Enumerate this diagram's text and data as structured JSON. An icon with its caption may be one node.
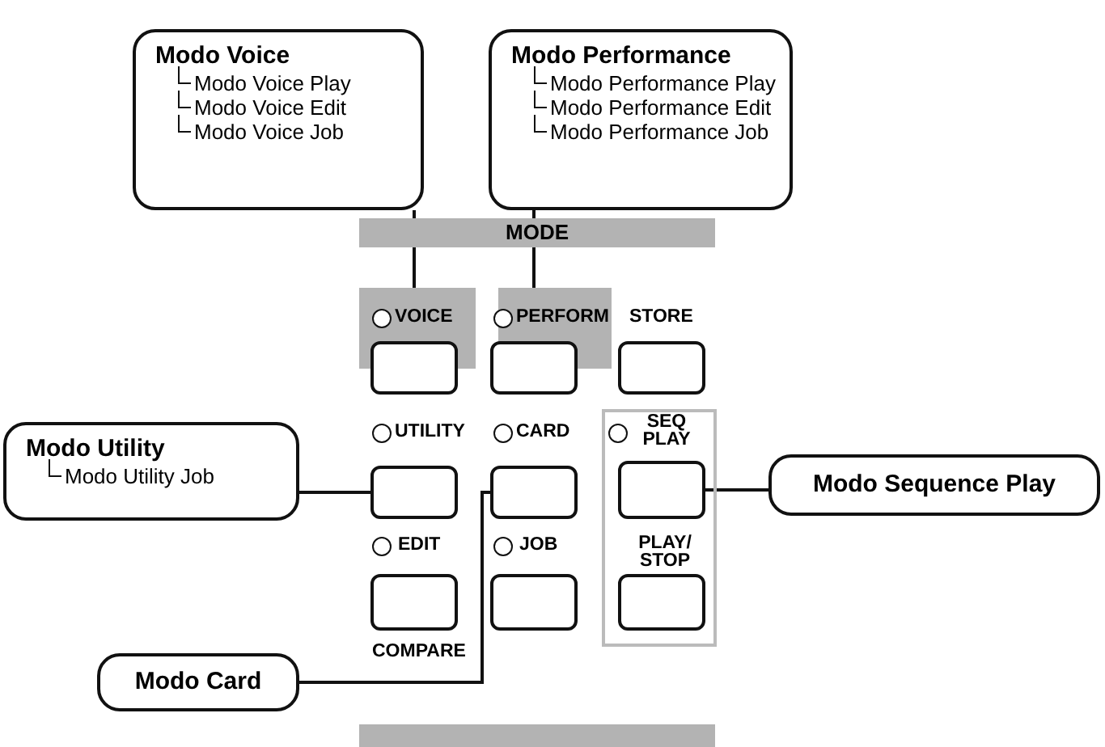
{
  "diagram": {
    "nodes": [
      {
        "text": [
          "Modo Voice",
          "Modo Voice Play",
          "Modo Voice Edit",
          "Modo Voice Job"
        ]
      },
      {
        "text": [
          "Modo Performance",
          "Modo Performance Play",
          "Modo Performance Edit",
          "Modo Performance Job"
        ]
      },
      {
        "text": [
          "Modo Utility",
          "Modo Utility Job"
        ]
      },
      {
        "text": [
          "Modo Sequence Play"
        ]
      },
      {
        "text": [
          "Modo Card"
        ]
      },
      {
        "text": [],
        "shape": "box",
        "beside": [
          "VOICE"
        ]
      },
      {
        "text": [],
        "shape": "box",
        "beside": [
          "PERFORM"
        ]
      },
      {
        "text": [],
        "shape": "box",
        "beside": [
          "STORE"
        ]
      },
      {
        "text": [],
        "shape": "box",
        "beside": [
          "UTILITY"
        ]
      },
      {
        "text": [],
        "shape": "box",
        "beside": [
          "CARD"
        ]
      },
      {
        "text": [],
        "shape": "box",
        "beside": [
          "SEQ PLAY"
        ]
      },
      {
        "text": [],
        "shape": "box",
        "beside": [
          "EDIT",
          "COMPARE"
        ]
      },
      {
        "text": [],
        "shape": "box",
        "beside": [
          "JOB"
        ]
      },
      {
        "text": [],
        "shape": "box",
        "beside": [
          "PLAY/ STOP"
        ]
      }
    ],
    "edges": [
      {
        "from": 0,
        "to": 5,
        "arrow": "none"
      },
      {
        "from": 1,
        "to": 6,
        "arrow": "none"
      },
      {
        "from": 2,
        "to": 8,
        "arrow": "none"
      },
      {
        "from": 3,
        "to": 10,
        "arrow": "none"
      },
      {
        "from": 4,
        "to": 9,
        "arrow": "none"
      }
    ],
    "labels": [
      "MODE"
    ]
  }
}
